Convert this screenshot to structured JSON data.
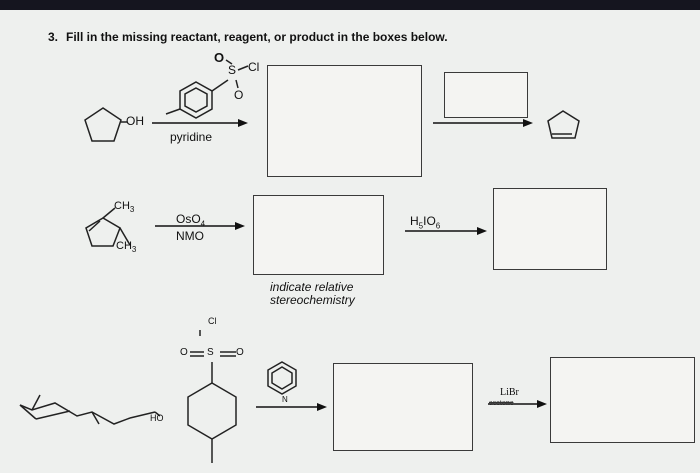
{
  "question": {
    "number": "3.",
    "text": "Fill in the missing reactant, reagent, or product in the boxes below."
  },
  "reaction1": {
    "substituent_start": "OH",
    "reagent_atoms": {
      "s": "S",
      "cl": "Cl",
      "o1": "O",
      "o2": "O"
    },
    "reagent_below": "pyridine"
  },
  "reaction2": {
    "ch3_top": "CH",
    "ch3_top_sub": "3",
    "ch3_bottom": "CH",
    "ch3_bottom_sub": "3",
    "reagent_line1": "OsO",
    "reagent_line1_sub": "4",
    "reagent_line2": "NMO",
    "note_line1": "indicate relative",
    "note_line2": "stereochemistry",
    "reagent2": "H",
    "reagent2_sub1": "5",
    "reagent2_mid": "IO",
    "reagent2_sub2": "6"
  },
  "reaction3": {
    "cl": "Cl",
    "o_left": "O",
    "s": "S",
    "o_right": "O",
    "ho": "HO",
    "n": "N",
    "reagent_top": "LiBr",
    "reagent_bottom": "acetone"
  }
}
